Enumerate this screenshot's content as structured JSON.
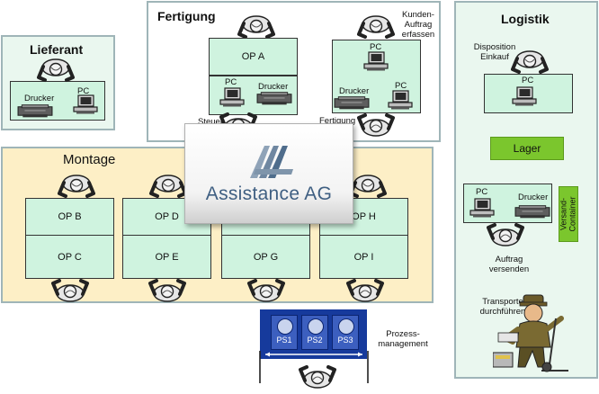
{
  "zones": {
    "lieferant": {
      "title": "Lieferant"
    },
    "fertigung": {
      "title": "Fertigung"
    },
    "montage": {
      "title": "Montage"
    },
    "logistik": {
      "title": "Logistik"
    }
  },
  "labels": {
    "pc": "PC",
    "drucker": "Drucker",
    "kunden_auftrag": "Kunden-\nAuftrag\nerfassen",
    "disposition": "Disposition\nEinkauf",
    "auftrag_versenden": "Auftrag\nversenden",
    "transporte": "Transporte\ndurchführen",
    "prozess": "Prozess-\nmanagement",
    "fertigung_cut": "Fertigung",
    "steuer_cut": "Steuer"
  },
  "ops": {
    "op_a": "OP A",
    "op_b": "OP B",
    "op_c": "OP C",
    "op_d": "OP D",
    "op_e": "OP E",
    "op_g": "OP G",
    "op_h": "OP H",
    "op_i": "OP I"
  },
  "lager": "Lager",
  "versand": "Versand-\nContainer",
  "process_steps": [
    "PS1",
    "PS2",
    "PS3"
  ],
  "logo": {
    "text": "Assistance AG"
  },
  "colors": {
    "desk": "#cff3df",
    "montage_bg": "#fdefc6",
    "logistik_bg": "#eaf7ef",
    "lager": "#7bc62d",
    "ps_blue": "#163a9c"
  },
  "icons": [
    "worker-icon",
    "pc-icon",
    "printer-icon",
    "logo-icon"
  ]
}
